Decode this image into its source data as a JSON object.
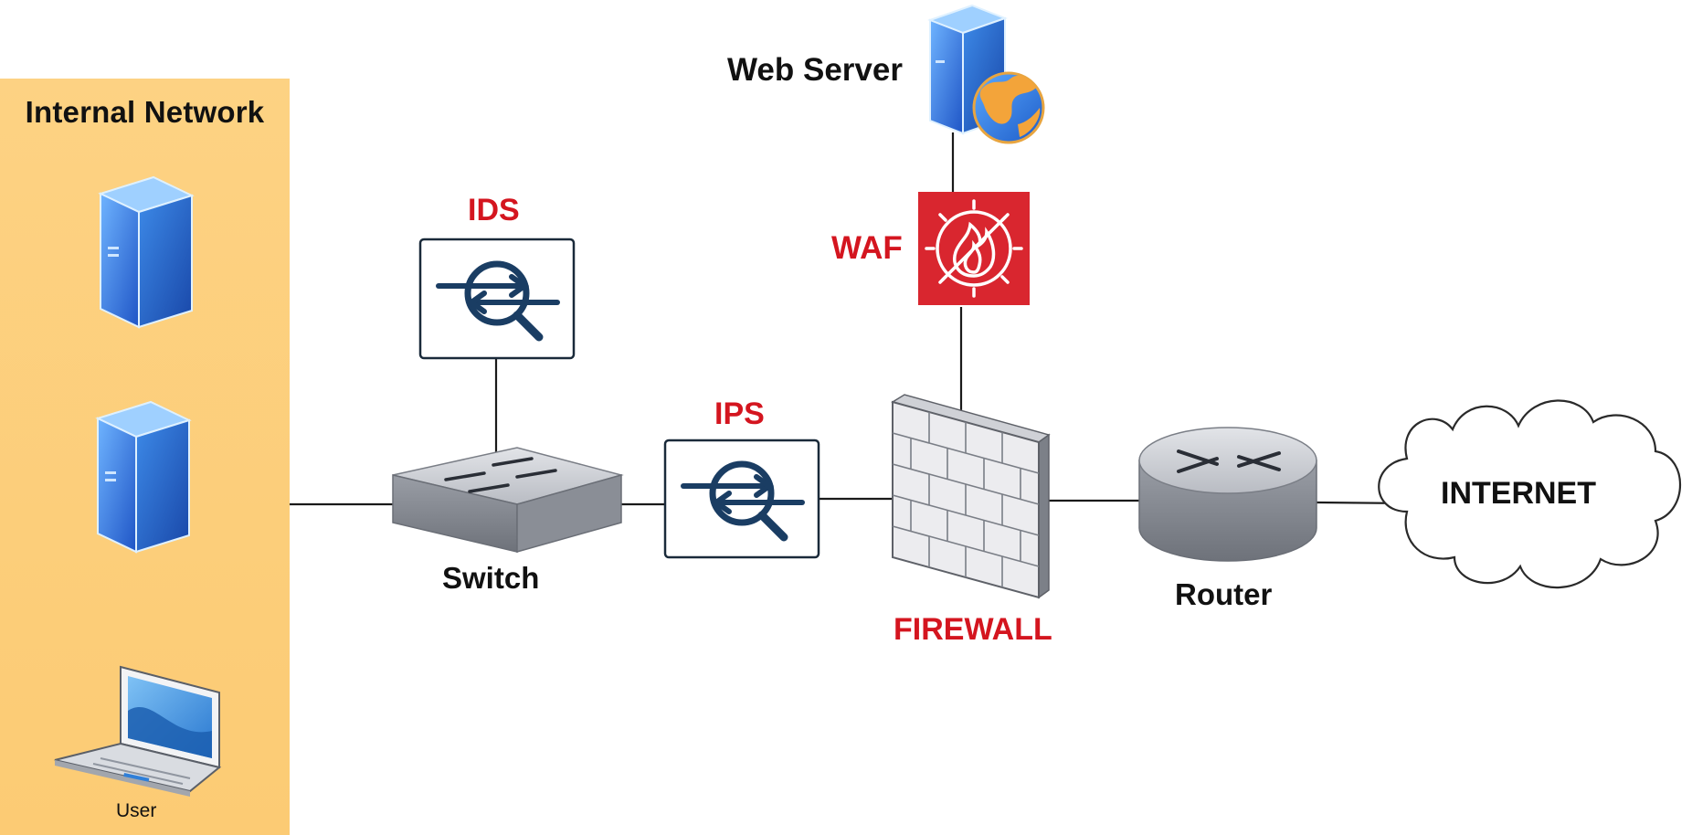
{
  "zone": {
    "title": "Internal Network",
    "color": "#fccb74"
  },
  "labels": {
    "web_server": "Web Server",
    "waf": "WAF",
    "ids": "IDS",
    "ips": "IPS",
    "switch": "Switch",
    "firewall": "FIREWALL",
    "router": "Router",
    "internet": "INTERNET",
    "user": "User"
  },
  "icons": {
    "server_1": "server-icon",
    "server_2": "server-icon",
    "laptop": "laptop-icon",
    "switch": "network-switch-icon",
    "ids": "magnifier-arrows-icon",
    "ips": "magnifier-arrows-icon",
    "firewall": "brick-wall-icon",
    "router": "router-icon",
    "internet": "cloud-icon",
    "waf": "flame-shield-icon",
    "web_server": "server-globe-icon"
  },
  "colors": {
    "red_label": "#d4151f",
    "waf_fill": "#d9262f",
    "navy": "#1a3d63",
    "server_blue": "#3c7fe0"
  }
}
